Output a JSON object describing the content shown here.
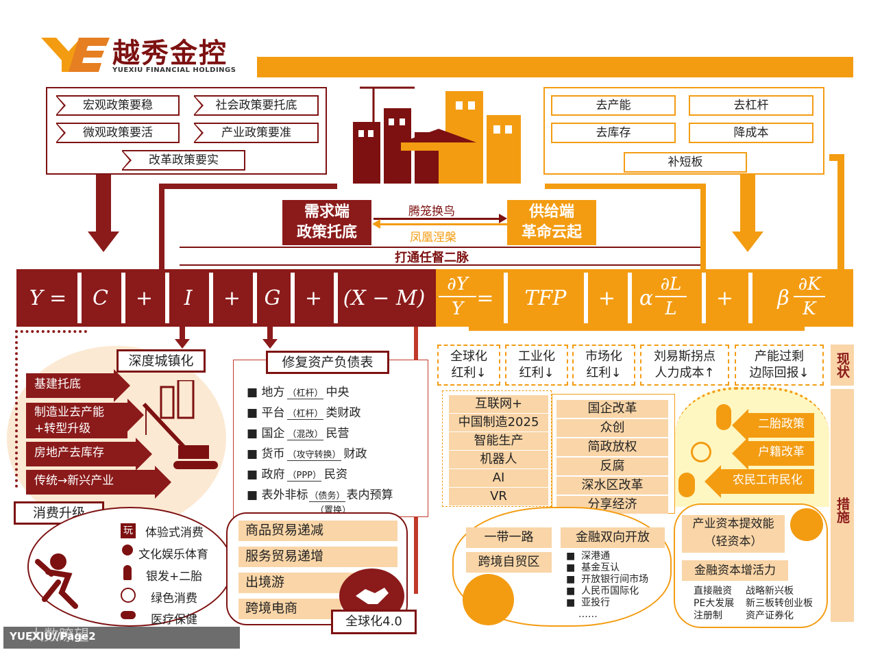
{
  "brand": {
    "logo_text": "越秀金控",
    "logo_sub": "YUEXIU FINANCIAL HOLDINGS"
  },
  "left_policies": [
    "宏观政策要稳",
    "社会政策要托底",
    "微观政策要活",
    "产业政策要准",
    "改革政策要实"
  ],
  "right_policies": [
    "去产能",
    "去杠杆",
    "去库存",
    "降成本",
    "补短板"
  ],
  "demand_box": {
    "line1": "需求端",
    "line2": "政策托底"
  },
  "supply_box": {
    "line1": "供给端",
    "line2": "革命云起"
  },
  "arrow_top_label": "腾笼换鸟",
  "arrow_bottom_label": "凤凰涅槃",
  "bridge_label": "打通任督二脉",
  "equation_left": {
    "y": "Y =",
    "c": "C",
    "plus1": "+",
    "i": "I",
    "plus2": "+",
    "g": "G",
    "plus3": "+",
    "xm": "(X − M)"
  },
  "equation_right": {
    "dy_num": "∂Y",
    "dy_den": "Y",
    "eq": "=",
    "tfp": "TFP",
    "plus1": "+",
    "alpha": "α",
    "dl_num": "∂L",
    "dl_den": "L",
    "plus2": "+",
    "beta": "β",
    "dk_num": "∂K",
    "dk_den": "K"
  },
  "urbanization": {
    "title": "深度城镇化",
    "items": [
      "基建托底",
      "制造业去产能+转型升级",
      "房地产去库存",
      "传统→新兴产业"
    ]
  },
  "consumption": {
    "title": "消费升级",
    "items": [
      "体验式消费",
      "文化娱乐体育",
      "银发+二胎",
      "绿色消费",
      "医疗保健"
    ],
    "icon_play": "玩"
  },
  "balance_sheet": {
    "title": "修复资产负债表",
    "items": [
      {
        "a": "地方",
        "mid": "杠杆",
        "b": "中央"
      },
      {
        "a": "平台",
        "mid": "杠杆",
        "b": "类财政"
      },
      {
        "a": "国企",
        "mid": "混改",
        "b": "民营"
      },
      {
        "a": "货币",
        "mid": "攻守转换",
        "b": "财政"
      },
      {
        "a": "政府",
        "mid": "PPP",
        "b": "民资"
      },
      {
        "a": "表外非标",
        "mid": "债务",
        "b": "表内预算",
        "mid2": "置换"
      }
    ]
  },
  "trade": {
    "items": [
      "商品贸易递减",
      "服务贸易递增",
      "出境游",
      "跨境电商"
    ],
    "badge": "全球化4.0"
  },
  "dividends": [
    "全球化\n红利↓",
    "工业化\n红利↓",
    "市场化\n红利↓",
    "刘易斯拐点\n人力成本↑",
    "产能过剩\n边际回报↓"
  ],
  "dividend_labels": {
    "d1a": "全球化",
    "d1b": "红利↓",
    "d2a": "工业化",
    "d2b": "红利↓",
    "d3a": "市场化",
    "d3b": "红利↓",
    "d4a": "刘易斯拐点",
    "d4b": "人力成本↑",
    "d5a": "产能过剩",
    "d5b": "边际回报↓"
  },
  "side_labels": {
    "status": "现状",
    "measures": "措施"
  },
  "industry": [
    "互联网+",
    "中国制造2025",
    "智能生产",
    "机器人",
    "AI",
    "VR"
  ],
  "reform": [
    "国企改革",
    "众创",
    "简政放权",
    "反腐",
    "深水区改革",
    "分享经济"
  ],
  "labor": [
    "二胎政策",
    "户籍改革",
    "农民工市民化"
  ],
  "global_box": {
    "belt": "一带一路",
    "ftz": "跨境自贸区",
    "finance_title": "金融双向开放",
    "finance_items": [
      "深港通",
      "基金互认",
      "开放银行间市场",
      "人民币国际化",
      "亚投行",
      "……"
    ]
  },
  "capital": {
    "line1": "产业资本提效能",
    "line2": "（轻资本）",
    "line3": "金融资本增活力",
    "left_items": [
      "直接融资",
      "PE大发展",
      "注册制"
    ],
    "right_items": [
      "战略新兴板",
      "新三板转创业板",
      "资产证券化"
    ]
  },
  "footer": {
    "page": "YUEXIU//Page2",
    "watermark": "大数瞭望"
  },
  "colors": {
    "dark_red": "#8b1a1a",
    "orange": "#f39c12",
    "light_orange": "#f9d5a7"
  }
}
